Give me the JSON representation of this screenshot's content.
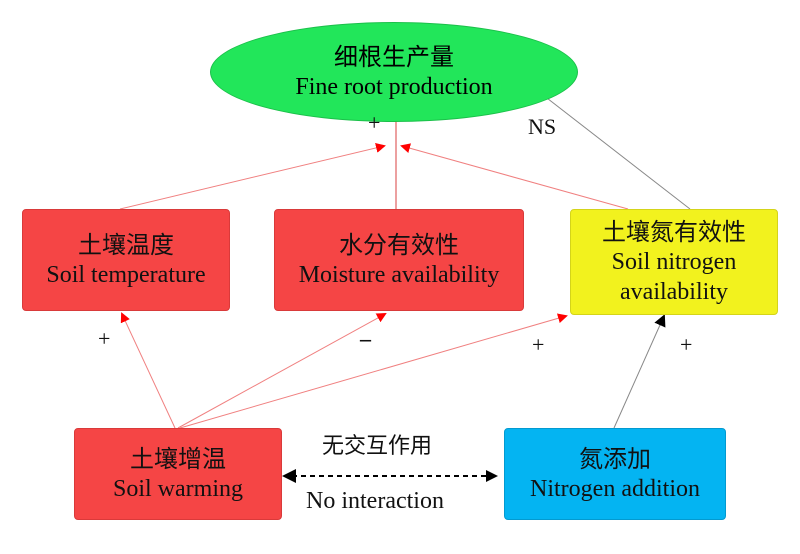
{
  "nodes": {
    "fine_root": {
      "zh": "细根生产量",
      "en": "Fine root production"
    },
    "soil_temp": {
      "zh": "土壤温度",
      "en": "Soil temperature"
    },
    "moisture": {
      "zh": "水分有效性",
      "en": "Moisture availability"
    },
    "soil_n": {
      "zh": "土壤氮有效性",
      "en_line1": "Soil nitrogen",
      "en_line2": "availability"
    },
    "warming": {
      "zh": "土壤增温",
      "en": "Soil warming"
    },
    "n_add": {
      "zh": "氮添加",
      "en": "Nitrogen addition"
    }
  },
  "labels": {
    "plus_top": "+",
    "ns": "NS",
    "plus_temp": "+",
    "minus_moist": "–",
    "plus_soiln": "+",
    "plus_nadd": "+",
    "interaction_zh": "无交互作用",
    "interaction_en": "No interaction"
  },
  "colors": {
    "red_arrow": "#ff0000",
    "red_line": "#f08080",
    "gray_line": "#888888",
    "black": "#000000"
  }
}
